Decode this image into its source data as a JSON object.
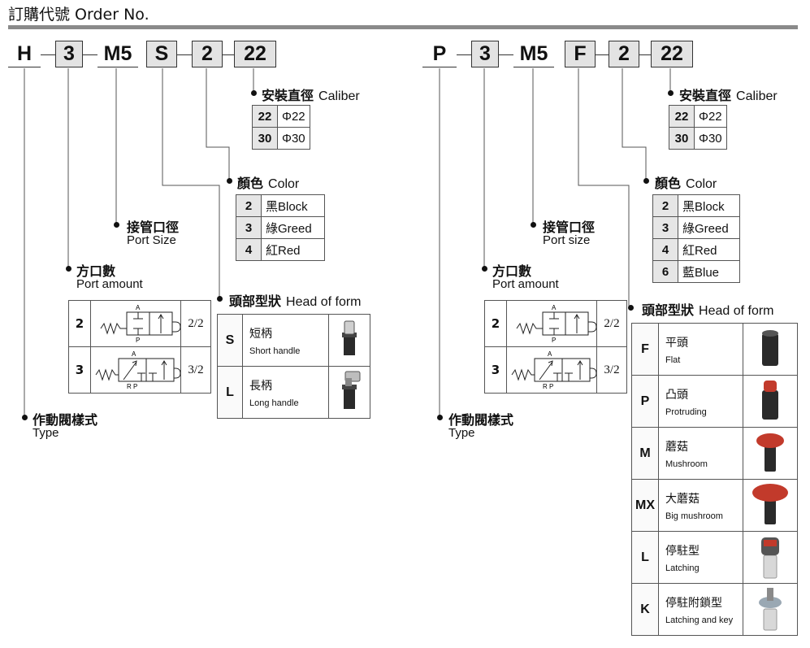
{
  "title": "訂購代號  Order No.",
  "left": {
    "code": [
      "H",
      "3",
      "M5",
      "S",
      "2",
      "22"
    ],
    "caliber": {
      "zh": "安裝直徑",
      "en": "Caliber",
      "rows": [
        [
          "22",
          "Φ22"
        ],
        [
          "30",
          "Φ30"
        ]
      ]
    },
    "color": {
      "zh": "顏色",
      "en": "Color",
      "rows": [
        [
          "2",
          "黑Block"
        ],
        [
          "3",
          "綠Greed"
        ],
        [
          "4",
          "紅Red"
        ]
      ]
    },
    "port_size": {
      "zh": "接管口徑",
      "en": "Port Size"
    },
    "port_amount": {
      "zh": "方口數",
      "en": "Port amount"
    },
    "valve_rows": [
      {
        "key": "2",
        "ratio": "2/2",
        "ports": "A",
        "ports2": "P"
      },
      {
        "key": "3",
        "ratio": "3/2",
        "ports": "A",
        "ports2": "R P"
      }
    ],
    "head": {
      "zh": "頭部型狀",
      "en": "Head of form",
      "rows": [
        {
          "key": "S",
          "zh": "短柄",
          "en": "Short handle"
        },
        {
          "key": "L",
          "zh": "長柄",
          "en": "Long handle"
        }
      ]
    },
    "type": {
      "zh": "作動閥樣式",
      "en": "Type"
    }
  },
  "right": {
    "code": [
      "P",
      "3",
      "M5",
      "F",
      "2",
      "22"
    ],
    "caliber": {
      "zh": "安裝直徑",
      "en": "Caliber",
      "rows": [
        [
          "22",
          "Φ22"
        ],
        [
          "30",
          "Φ30"
        ]
      ]
    },
    "color": {
      "zh": "顏色",
      "en": "Color",
      "rows": [
        [
          "2",
          "黑Block"
        ],
        [
          "3",
          "綠Greed"
        ],
        [
          "4",
          "紅Red"
        ],
        [
          "6",
          "藍Blue"
        ]
      ]
    },
    "port_size": {
      "zh": "接管口徑",
      "en": "Port size"
    },
    "port_amount": {
      "zh": "方口數",
      "en": "Port amount"
    },
    "valve_rows": [
      {
        "key": "2",
        "ratio": "2/2",
        "ports": "A",
        "ports2": "P"
      },
      {
        "key": "3",
        "ratio": "3/2",
        "ports": "A",
        "ports2": "R P"
      }
    ],
    "head": {
      "zh": "頭部型狀",
      "en": "Head of form",
      "rows": [
        {
          "key": "F",
          "zh": "平頭",
          "en": "Flat"
        },
        {
          "key": "P",
          "zh": "凸頭",
          "en": "Protruding"
        },
        {
          "key": "M",
          "zh": "蘑菇",
          "en": "Mushroom"
        },
        {
          "key": "MX",
          "zh": "大蘑菇",
          "en": "Big mushroom"
        },
        {
          "key": "L",
          "zh": "停駐型",
          "en": "Latching"
        },
        {
          "key": "K",
          "zh": "停駐附鎖型",
          "en": "Latching and key"
        }
      ]
    },
    "type": {
      "zh": "作動閥樣式",
      "en": "Type"
    }
  },
  "colors": {
    "key_bg": "#e6e6e6",
    "rule": "#8a8a8a",
    "knob_dark": "#2a2a2a",
    "knob_red": "#c23a2b",
    "knob_clear": "#d8d8d8"
  }
}
